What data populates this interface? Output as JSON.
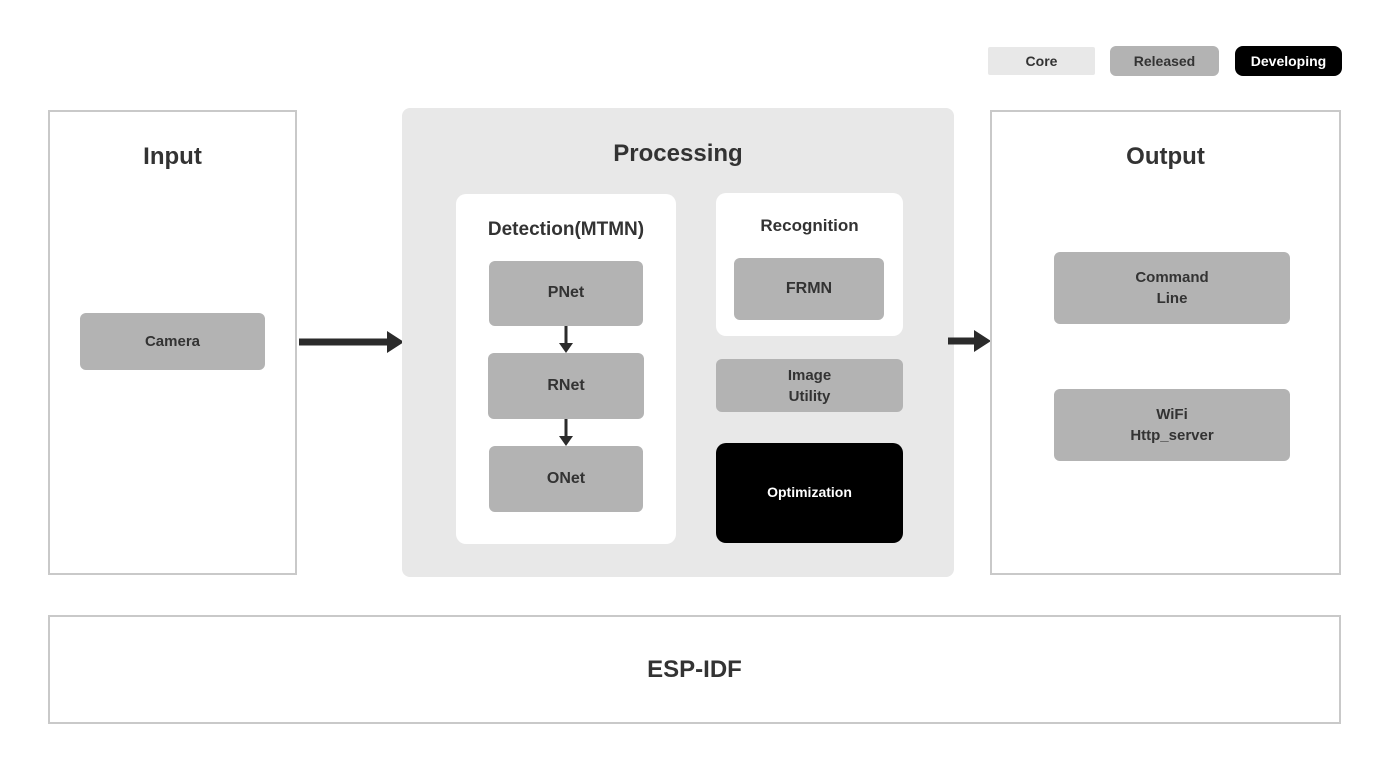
{
  "colors": {
    "page_bg": "#ffffff",
    "panel_fill": "#e8e8e8",
    "node_fill": "#b3b3b3",
    "black_fill": "#000000",
    "white_fill": "#ffffff",
    "border": "#c9c9c9",
    "text": "#333333",
    "text_light": "#ffffff",
    "arrow": "#2b2b2b"
  },
  "legend": {
    "core": "Core",
    "released": "Released",
    "developing": "Developing"
  },
  "input": {
    "title": "Input",
    "camera_label": "Camera"
  },
  "processing": {
    "title": "Processing",
    "detection": {
      "title": "Detection(MTMN)",
      "nodes": [
        "PNet",
        "RNet",
        "ONet"
      ]
    },
    "recognition": {
      "title": "Recognition",
      "frmn_label": "FRMN"
    },
    "image_utility_label": "Image\nUtility",
    "optimization_label": "Optimization"
  },
  "output": {
    "title": "Output",
    "command_line_label": "Command\nLine",
    "wifi_label": "WiFi\nHttp_server"
  },
  "foundation_label": "ESP-IDF"
}
